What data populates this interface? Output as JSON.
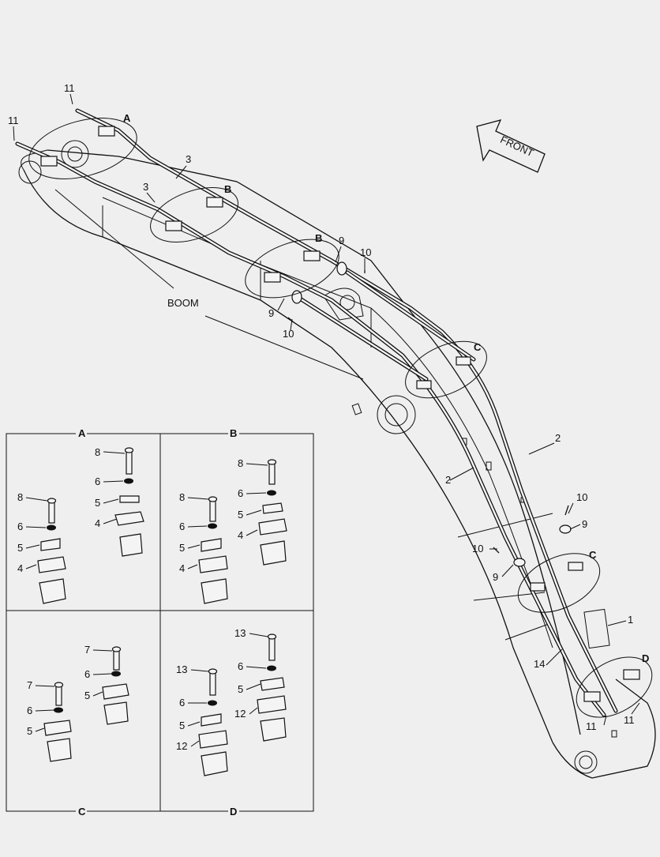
{
  "labels": {
    "front": "FRONT",
    "boom": "BOOM",
    "detail_a": "A",
    "detail_b": "B",
    "detail_c": "C",
    "detail_d": "D"
  },
  "callouts": {
    "n1": "1",
    "n2": "2",
    "n3": "3",
    "n4": "4",
    "n5": "5",
    "n6": "6",
    "n7": "7",
    "n8": "8",
    "n9": "9",
    "n10": "10",
    "n11": "11",
    "n12": "12",
    "n13": "13",
    "n14": "14"
  }
}
